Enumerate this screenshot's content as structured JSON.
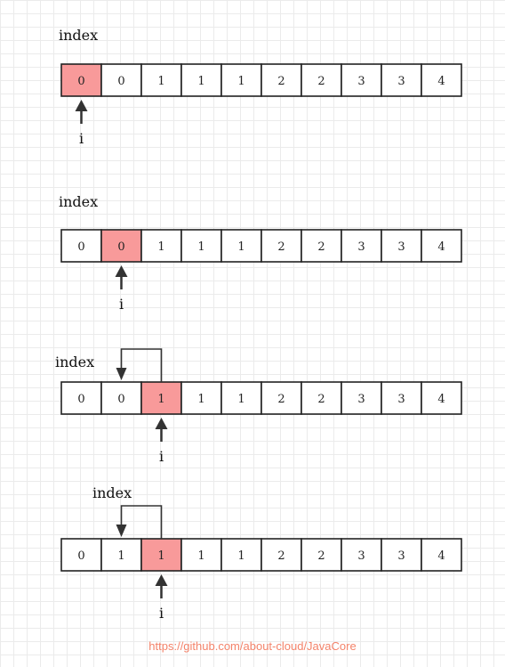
{
  "colors": {
    "highlight": "#f89a9a",
    "cell": "#ffffff",
    "watermark": "#f4836a"
  },
  "steps": [
    {
      "index_label": "index",
      "pointer_label": "i",
      "values": [
        "0",
        "0",
        "1",
        "1",
        "1",
        "2",
        "2",
        "3",
        "3",
        "4"
      ],
      "highlight": 0,
      "pointer_at": 0,
      "index_at": 0,
      "copy_arrow": false
    },
    {
      "index_label": "index",
      "pointer_label": "i",
      "values": [
        "0",
        "0",
        "1",
        "1",
        "1",
        "2",
        "2",
        "3",
        "3",
        "4"
      ],
      "highlight": 1,
      "pointer_at": 1,
      "index_at": 1,
      "copy_arrow": false
    },
    {
      "index_label": "index",
      "pointer_label": "i",
      "values": [
        "0",
        "0",
        "1",
        "1",
        "1",
        "2",
        "2",
        "3",
        "3",
        "4"
      ],
      "highlight": 2,
      "pointer_at": 2,
      "index_at": 1,
      "copy_arrow": true
    },
    {
      "index_label": "index",
      "pointer_label": "i",
      "values": [
        "0",
        "1",
        "1",
        "1",
        "1",
        "2",
        "2",
        "3",
        "3",
        "4"
      ],
      "highlight": 2,
      "pointer_at": 2,
      "index_at": 1,
      "copy_arrow": true
    }
  ],
  "watermark": "https://github.com/about-cloud/JavaCore"
}
